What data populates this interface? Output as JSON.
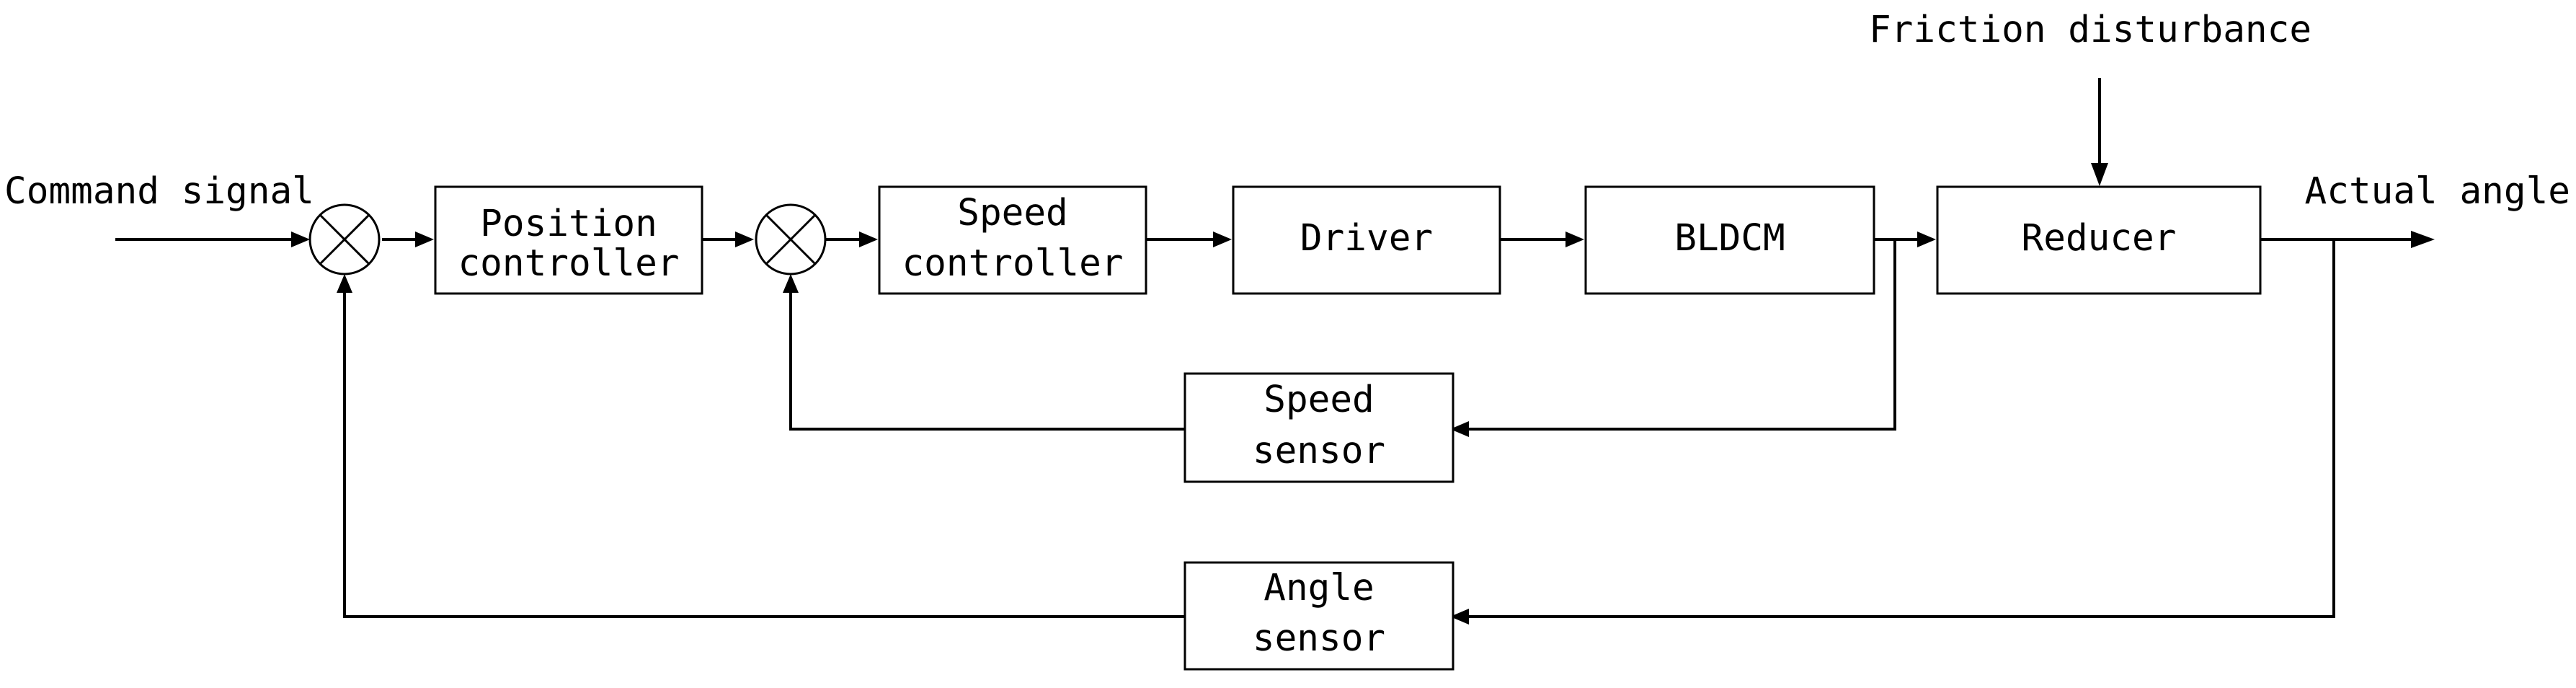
{
  "labels": {
    "command_signal": "Command signal",
    "actual_angle": "Actual angle",
    "friction_disturbance": "Friction disturbance"
  },
  "blocks": {
    "position_controller": [
      "Position",
      "controller"
    ],
    "speed_controller": [
      "Speed",
      "controller"
    ],
    "driver": "Driver",
    "bldcm": "BLDCM",
    "reducer": "Reducer",
    "speed_sensor": [
      "Speed",
      "sensor"
    ],
    "angle_sensor": [
      "Angle",
      "sensor"
    ]
  }
}
